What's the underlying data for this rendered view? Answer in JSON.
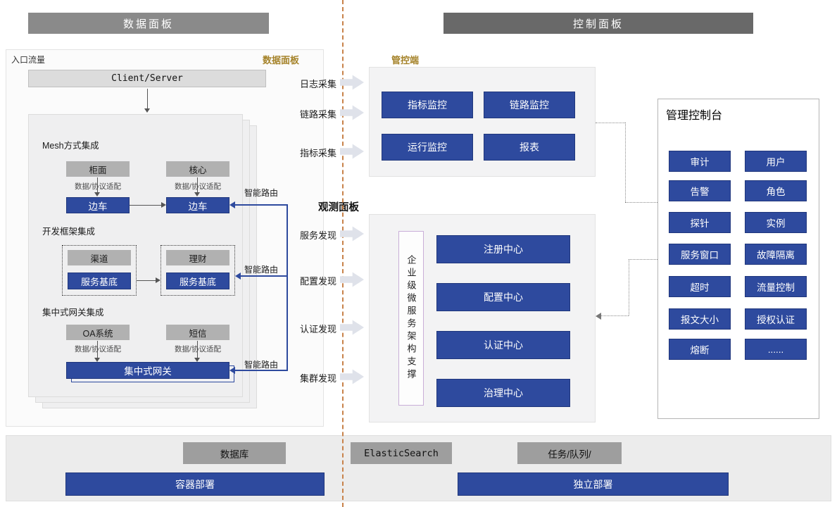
{
  "banners": {
    "data_panel": "数据面板",
    "control_panel": "控制面板"
  },
  "data_panel": {
    "entry_label": "入口流量",
    "panel_label": "数据面板",
    "client_server": "Client/Server",
    "mesh": {
      "title": "Mesh方式集成",
      "top_left": "柜面",
      "top_right": "核心",
      "adapter": "数据/协议适配",
      "sidecar_left": "边车",
      "sidecar_right": "边车",
      "route": "智能路由"
    },
    "framework": {
      "title": "开发框架集成",
      "top_left": "渠道",
      "top_right": "理财",
      "base_left": "服务基底",
      "base_right": "服务基底",
      "route": "智能路由"
    },
    "gateway": {
      "title": "集中式网关集成",
      "top_left": "OA系统",
      "top_right": "短信",
      "adapter": "数据/协议适配",
      "gateway_bar": "集中式网关",
      "route": "智能路由"
    }
  },
  "flows": {
    "collect": [
      "日志采集",
      "链路采集",
      "指标采集"
    ],
    "observe_title": "观测面板",
    "discover": [
      "服务发现",
      "配置发现",
      "认证发现",
      "集群发现"
    ]
  },
  "monitor": {
    "label": "管控端",
    "buttons": [
      "指标监控",
      "链路监控",
      "运行监控",
      "报表"
    ]
  },
  "microservice": {
    "vertical_label": "企业级微服务架构支撑",
    "centers": [
      "注册中心",
      "配置中心",
      "认证中心",
      "治理中心"
    ]
  },
  "console": {
    "title": "管理控制台",
    "buttons": [
      "审计",
      "用户",
      "告警",
      "角色",
      "探针",
      "实例",
      "服务窗口",
      "故障隔离",
      "超时",
      "流量控制",
      "报文大小",
      "授权认证",
      "熔断",
      "......"
    ]
  },
  "infra": {
    "gray": [
      "数据库",
      "ElasticSearch",
      "任务/队列/"
    ],
    "blue": [
      "容器部署",
      "独立部署"
    ]
  },
  "colors": {
    "blue": "#2e4a9e",
    "gray_box": "#b1b1b1",
    "banner_left": "#8a8a8a",
    "banner_right": "#696969",
    "gold": "#a5832a",
    "divider_dash": "#c8824a"
  }
}
